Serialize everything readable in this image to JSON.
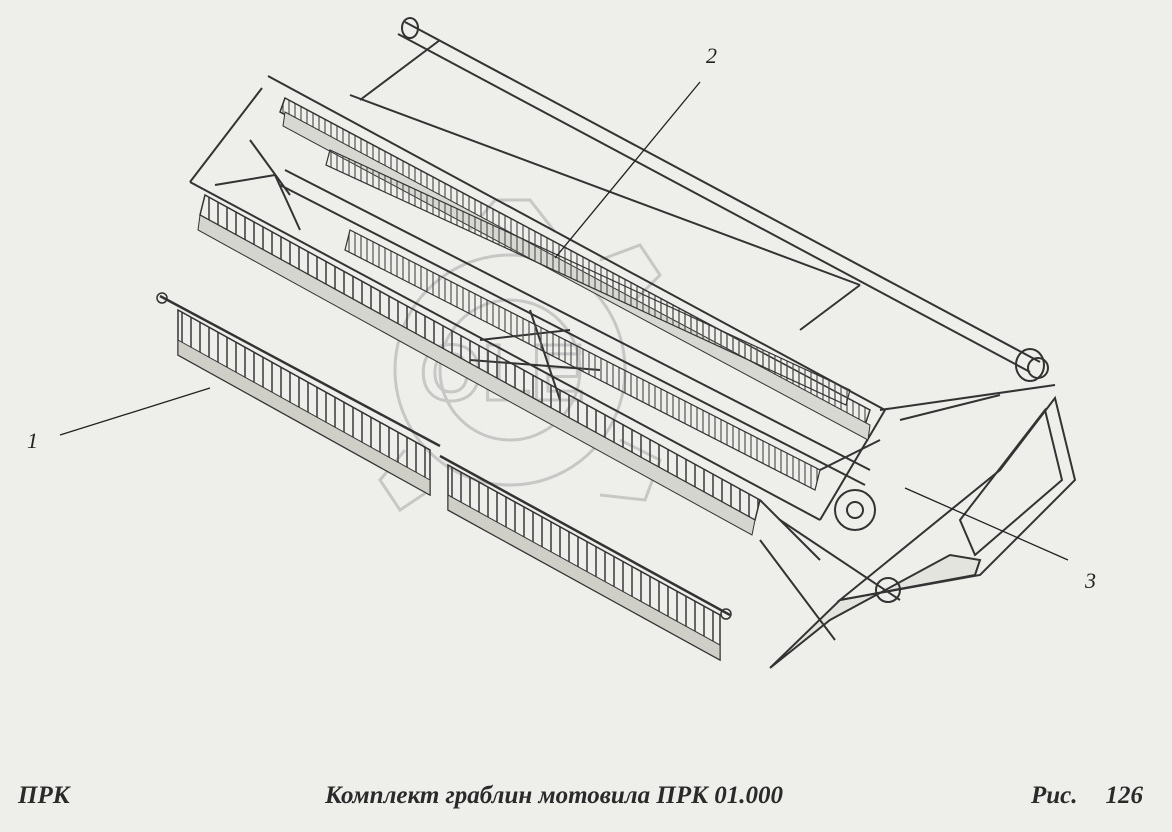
{
  "callouts": {
    "c1": "1",
    "c2": "2",
    "c3": "3"
  },
  "footer": {
    "left": "ПРК",
    "title": "Комплект граблин мотовила ПРК 01.000",
    "fig_label": "Рис.",
    "fig_number": "126"
  },
  "colors": {
    "background": "#eeeeeb",
    "line": "#333333",
    "watermark": "#9a9a9a"
  }
}
